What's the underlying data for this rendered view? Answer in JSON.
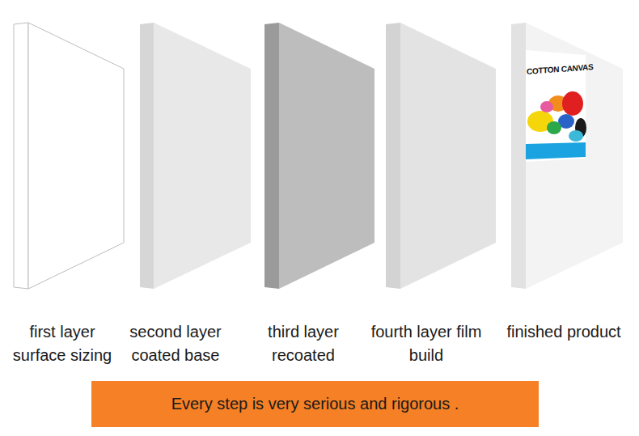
{
  "diagram": {
    "nodes": [
      {
        "text": [
          "first layer surface sizing"
        ]
      },
      {
        "text": [
          "second layer coated base"
        ]
      },
      {
        "text": [
          "third layer recoated"
        ]
      },
      {
        "text": [
          "fourth layer film build"
        ]
      },
      {
        "text": [
          "finished product"
        ]
      },
      {
        "text": [
          "Every step is very serious and rigorous ."
        ]
      }
    ],
    "labels": [
      "COTTON CANVAS"
    ]
  }
}
